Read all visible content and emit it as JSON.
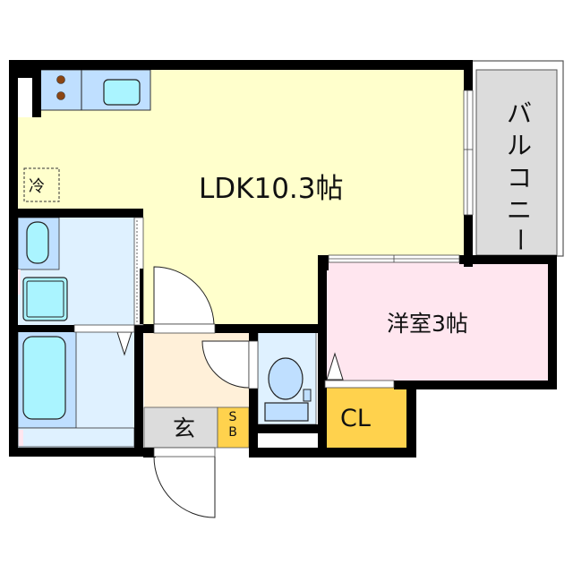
{
  "floorplan": {
    "rooms": {
      "ldk": {
        "label": "LDK10.3帖",
        "color": "#ffffcc"
      },
      "western": {
        "label": "洋室3帖",
        "color": "#ffe6ef"
      },
      "balcony": {
        "label_chars": [
          "バ",
          "ル",
          "コ",
          "ニ",
          "ー"
        ],
        "color": "#dcdcdc"
      },
      "closet": {
        "label": "CL",
        "color": "#ffd24d"
      },
      "entrance": {
        "label": "玄",
        "color": "#dcdcdc"
      },
      "shoe_box": {
        "label_line1": "S",
        "label_line2": "B",
        "color": "#ffd24d"
      },
      "entrance_hall": {
        "color": "#fff0d9"
      },
      "washroom": {
        "color": "#dff1ff"
      },
      "bathroom": {
        "color": "#dff1ff"
      },
      "toilet": {
        "color": "#dff1ff"
      }
    },
    "fixtures": {
      "refrigerator": {
        "label": "冷"
      },
      "kitchen_counter_color": "#bfdfff",
      "sink_color": "#aaf4ff",
      "stove_burner_color": "#8b4513"
    },
    "colors": {
      "wall": "#000000",
      "outline": "#333333"
    }
  }
}
